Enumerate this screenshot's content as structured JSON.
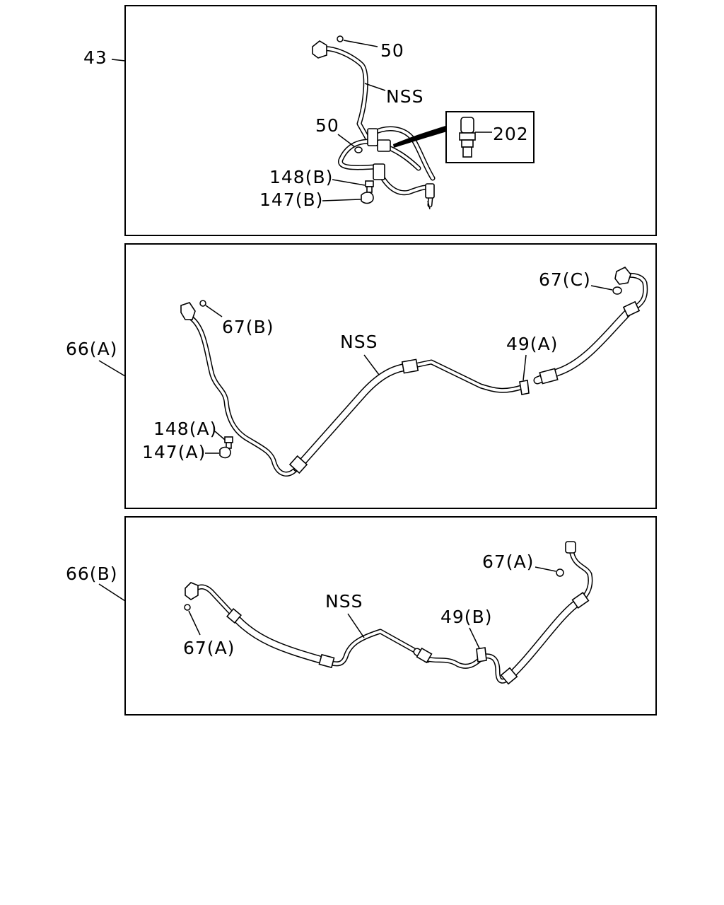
{
  "panels": [
    {
      "id": "43",
      "ref_label": "43",
      "labels": {
        "o_ring_top": "50",
        "nss": "NSS",
        "o_ring_mid": "50",
        "switch": "202",
        "bolt": "148(B)",
        "clip": "147(B)"
      }
    },
    {
      "id": "66A",
      "ref_label": "66(A)",
      "labels": {
        "o_ring_right": "67(C)",
        "o_ring_left": "67(B)",
        "nss": "NSS",
        "bracket": "49(A)",
        "bolt": "148(A)",
        "clip": "147(A)"
      }
    },
    {
      "id": "66B",
      "ref_label": "66(B)",
      "labels": {
        "o_ring_right": "67(A)",
        "nss": "NSS",
        "bracket": "49(B)",
        "o_ring_left": "67(A)"
      }
    }
  ]
}
